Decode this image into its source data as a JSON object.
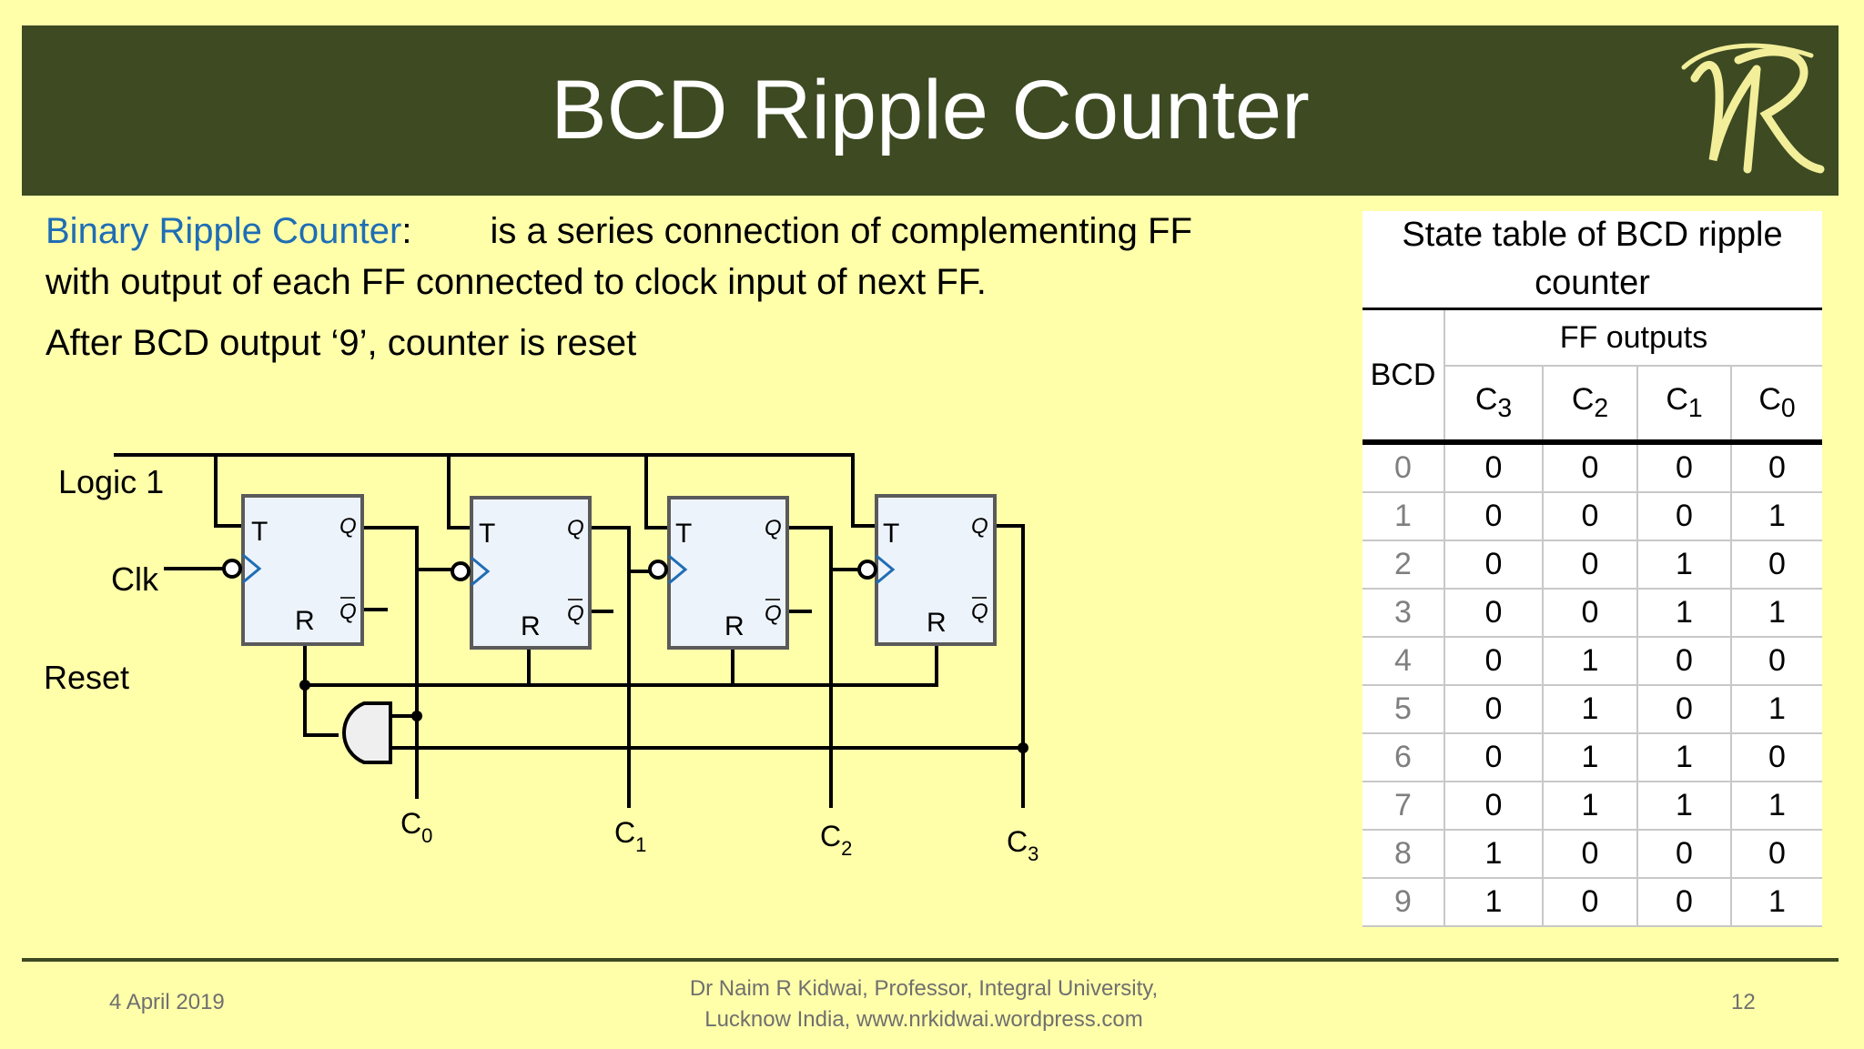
{
  "slide": {
    "title": "BCD Ripple Counter",
    "logo_text": "NR"
  },
  "intro": {
    "term": "Binary Ripple Counter",
    "term_colon": ":",
    "line1_rest": "is a series connection of complementing FF",
    "line2": "with output of each FF connected to clock input of next FF.",
    "line3": "After BCD output ‘9’, counter is reset"
  },
  "diagram": {
    "logic_label": "Logic 1",
    "clk_label": "Clk",
    "reset_label": "Reset",
    "ff_t_label": "T",
    "ff_q_label": "Q",
    "ff_qbar_label": "Q",
    "ff_r_label": "R",
    "outputs": [
      {
        "base": "C",
        "sub": "0"
      },
      {
        "base": "C",
        "sub": "1"
      },
      {
        "base": "C",
        "sub": "2"
      },
      {
        "base": "C",
        "sub": "3"
      }
    ]
  },
  "state_table": {
    "caption": "State table of BCD ripple counter",
    "bcd_header": "BCD",
    "group_header": "FF outputs",
    "columns": [
      {
        "base": "C",
        "sub": "3"
      },
      {
        "base": "C",
        "sub": "2"
      },
      {
        "base": "C",
        "sub": "1"
      },
      {
        "base": "C",
        "sub": "0"
      }
    ],
    "rows": [
      {
        "bcd": "0",
        "c3": "0",
        "c2": "0",
        "c1": "0",
        "c0": "0"
      },
      {
        "bcd": "1",
        "c3": "0",
        "c2": "0",
        "c1": "0",
        "c0": "1"
      },
      {
        "bcd": "2",
        "c3": "0",
        "c2": "0",
        "c1": "1",
        "c0": "0"
      },
      {
        "bcd": "3",
        "c3": "0",
        "c2": "0",
        "c1": "1",
        "c0": "1"
      },
      {
        "bcd": "4",
        "c3": "0",
        "c2": "1",
        "c1": "0",
        "c0": "0"
      },
      {
        "bcd": "5",
        "c3": "0",
        "c2": "1",
        "c1": "0",
        "c0": "1"
      },
      {
        "bcd": "6",
        "c3": "0",
        "c2": "1",
        "c1": "1",
        "c0": "0"
      },
      {
        "bcd": "7",
        "c3": "0",
        "c2": "1",
        "c1": "1",
        "c0": "1"
      },
      {
        "bcd": "8",
        "c3": "1",
        "c2": "0",
        "c1": "0",
        "c0": "0"
      },
      {
        "bcd": "9",
        "c3": "1",
        "c2": "0",
        "c1": "0",
        "c0": "1"
      }
    ]
  },
  "footer": {
    "date": "4 April 2019",
    "author_line1": "Dr Naim R Kidwai, Professor, Integral University,",
    "author_line2": "Lucknow India, www.nrkidwai.wordpress.com",
    "page": "12"
  },
  "colors": {
    "background": "#ffffaa",
    "title_bar": "#3d4a22",
    "term_link": "#1f6db5",
    "flip_flop_fill": "#edf3fb",
    "logo": "#f2ee9a"
  }
}
